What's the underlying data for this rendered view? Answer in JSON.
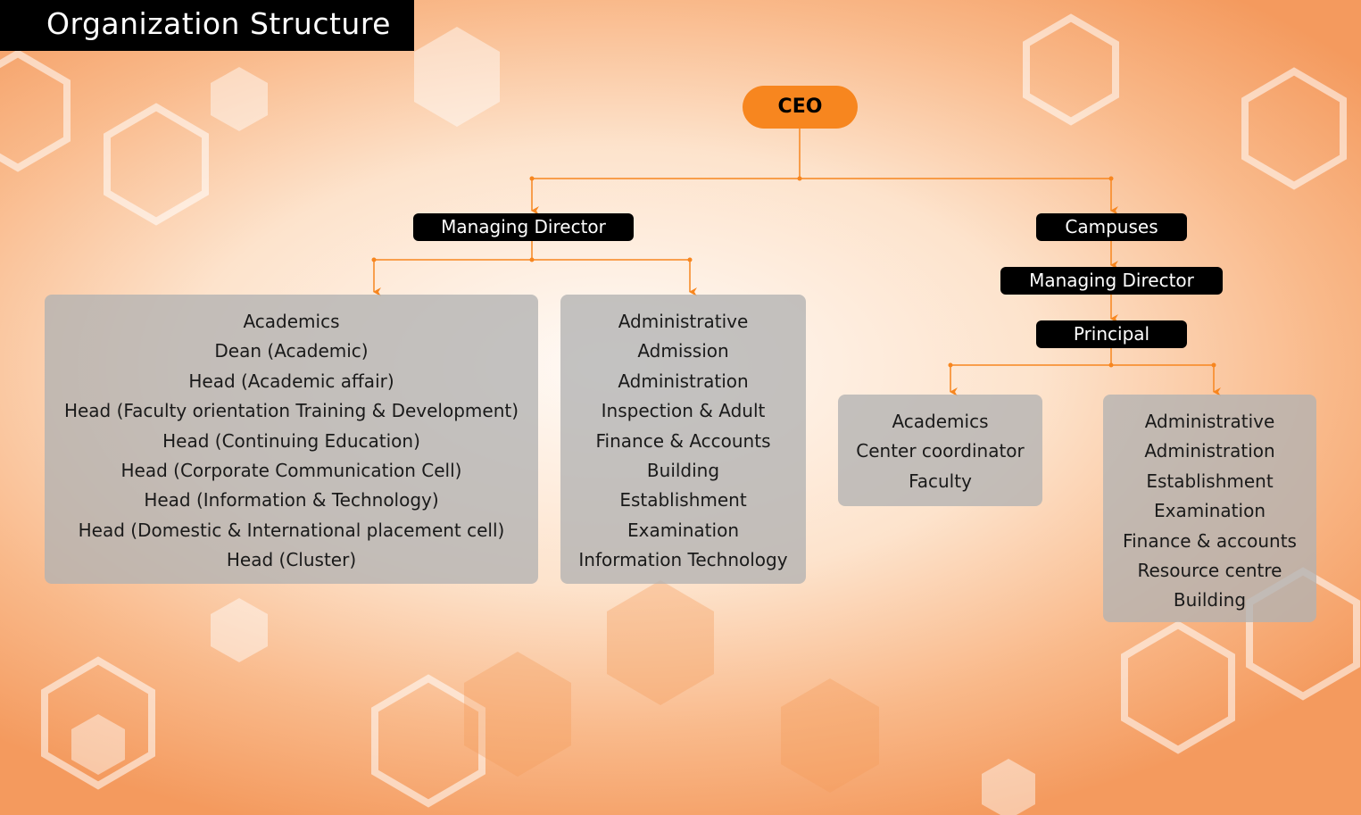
{
  "header": {
    "title": "Organization Structure"
  },
  "colors": {
    "accent": "#f7861f",
    "pill": "#000000",
    "box": "#b2b2b2"
  },
  "chart": {
    "root": "CEO",
    "left_branch": {
      "label": "Managing Director",
      "academics": [
        "Academics",
        "Dean (Academic)",
        "Head (Academic affair)",
        "Head (Faculty orientation Training & Development)",
        "Head (Continuing Education)",
        "Head (Corporate Communication Cell)",
        "Head (Information & Technology)",
        "Head (Domestic & International placement cell)",
        "Head (Cluster)"
      ],
      "administrative": [
        "Administrative",
        "Admission",
        "Administration",
        "Inspection & Adult",
        "Finance & Accounts",
        "Building",
        "Establishment",
        "Examination",
        "Information Technology"
      ]
    },
    "right_branch": {
      "label": "Campuses",
      "managing_director": "Managing Director",
      "principal": "Principal",
      "academics": [
        "Academics",
        "Center coordinator",
        "Faculty"
      ],
      "administrative": [
        "Administrative",
        "Administration",
        "Establishment",
        "Examination",
        "Finance & accounts",
        "Resource centre",
        "Building"
      ]
    }
  }
}
